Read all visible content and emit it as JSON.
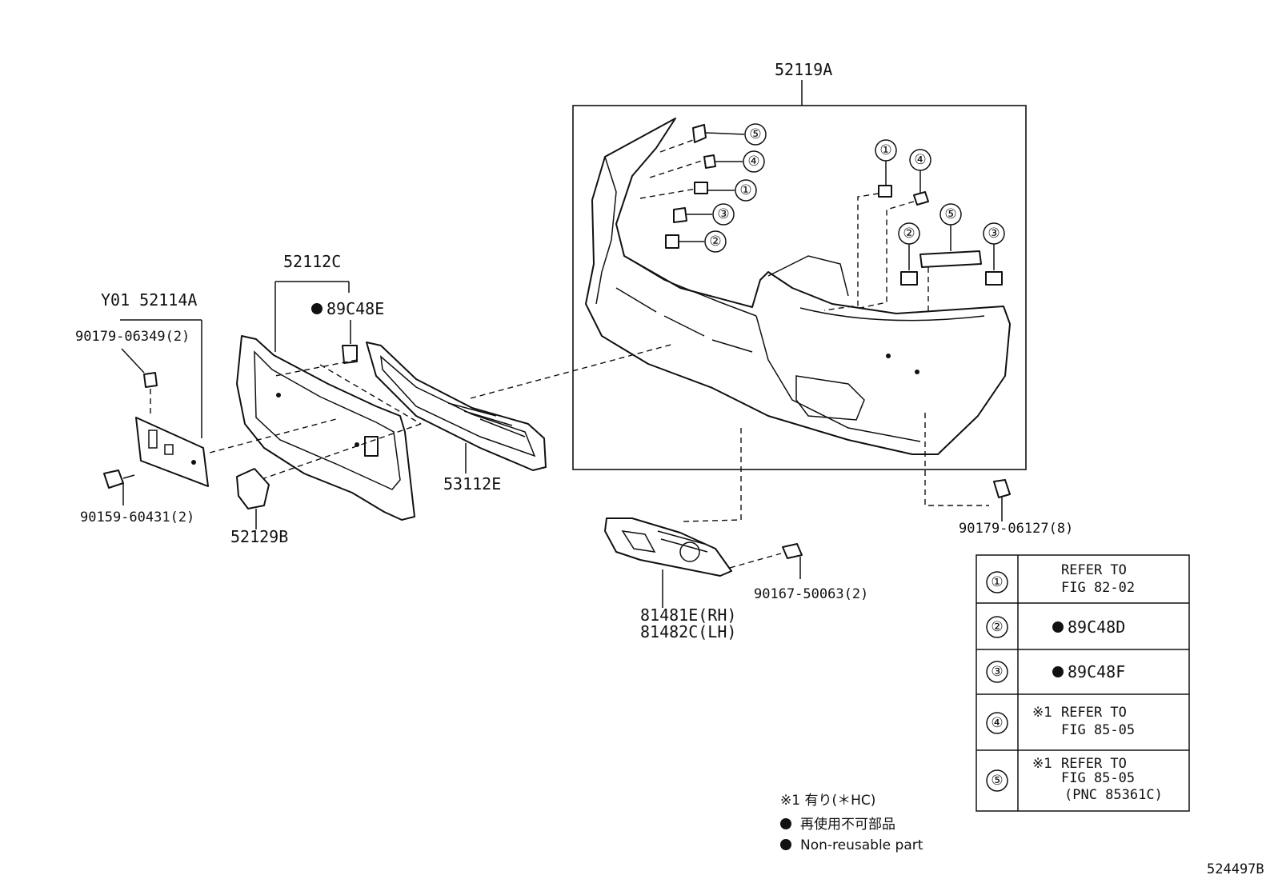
{
  "labels": {
    "bumper_cover": "52119A",
    "grille_upper": "52112C",
    "clip_89c48e": "89C48E",
    "plate_bracket": "Y01 52114A",
    "nut_90179_06349": "90179-06349(2)",
    "bolt_90159_60431": "90159-60431(2)",
    "tow_cap": "52129B",
    "lower_grille": "53112E",
    "fog_cover_rh": "81481E(RH)",
    "fog_cover_lh": "81482C(LH)",
    "screw_90167": "90167-50063(2)",
    "nut_90179_06127": "90179-06127(8)",
    "figure_id": "524497B"
  },
  "callouts": [
    "①",
    "②",
    "③",
    "④",
    "⑤"
  ],
  "table": [
    {
      "key": "①",
      "prefix": "",
      "bullet": false,
      "lines": [
        "REFER TO",
        "FIG 82-02"
      ]
    },
    {
      "key": "②",
      "prefix": "",
      "bullet": true,
      "lines": [
        "89C48D"
      ]
    },
    {
      "key": "③",
      "prefix": "",
      "bullet": true,
      "lines": [
        "89C48F"
      ]
    },
    {
      "key": "④",
      "prefix": "※1",
      "bullet": false,
      "lines": [
        "REFER TO",
        "FIG 85-05"
      ]
    },
    {
      "key": "⑤",
      "prefix": "※1",
      "bullet": false,
      "lines": [
        "REFER TO",
        "FIG 85-05",
        "(PNC 85361C)"
      ]
    }
  ],
  "legend": {
    "note1": "※1 有り(＊HC)",
    "note2": "再使用不可部品",
    "note3": "Non-reusable part"
  },
  "colors": {
    "ink": "#111111",
    "background": "#ffffff"
  }
}
